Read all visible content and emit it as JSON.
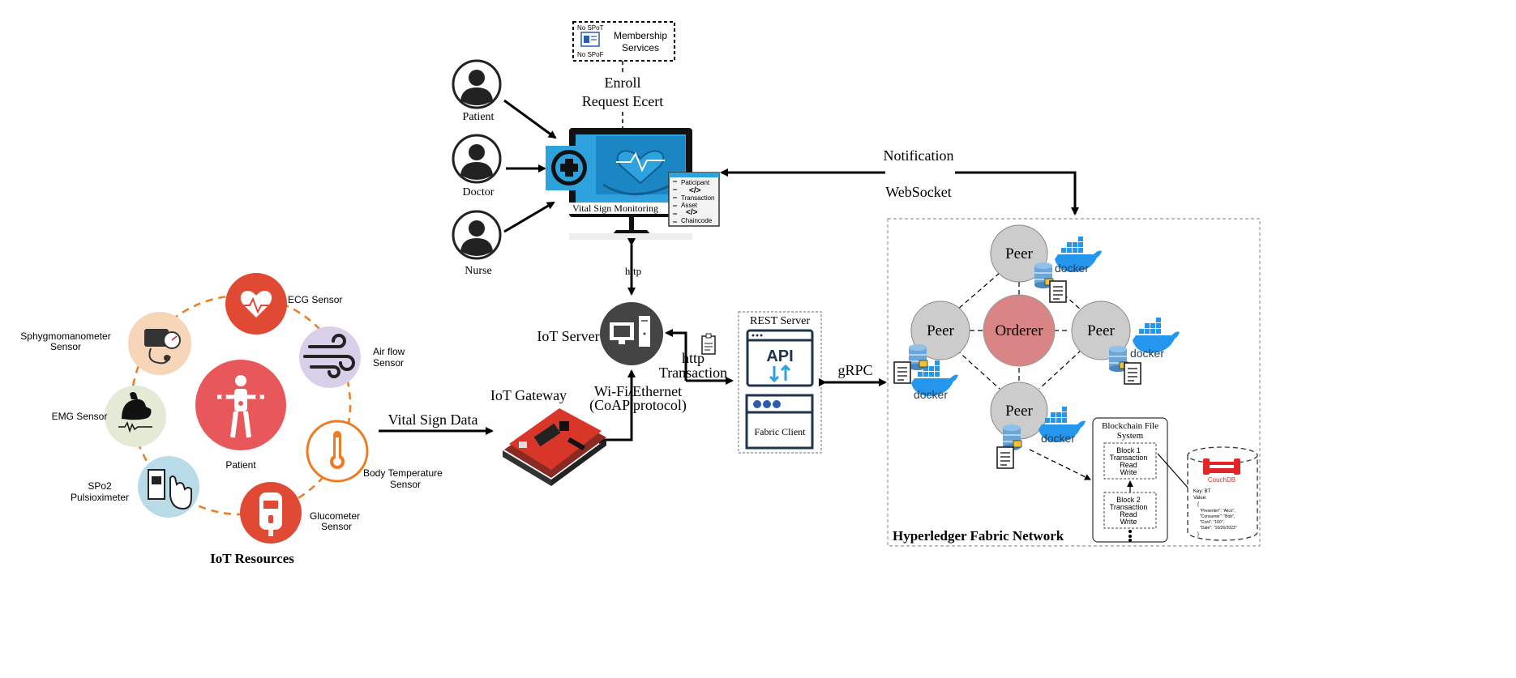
{
  "membership": {
    "label_1": "Membership",
    "label_2": "Services",
    "spot_1": "No SPoT",
    "spot_2": "No SPoF"
  },
  "enroll": {
    "line_1": "Enroll",
    "line_2": "Request Ecert"
  },
  "users": {
    "patient": "Patient",
    "doctor": "Doctor",
    "nurse": "Nurse"
  },
  "monitor": {
    "caption": "Vital Sign Monitoring",
    "doc_lines": [
      "Paticipant",
      "</>",
      "Transaction",
      "Asset",
      "</>",
      "Chaincode"
    ]
  },
  "links": {
    "notification": "Notification",
    "websocket": "WebSocket",
    "http": "http",
    "http_tx_1": "http",
    "http_tx_2": "Transaction",
    "grpc": "gRPC",
    "vital_sign_data": "Vital Sign Data",
    "wifi_1": "Wi-Fi/Ethernet",
    "wifi_2": "(CoAP protocol)"
  },
  "iot_server": {
    "label": "IoT Server"
  },
  "iot_gateway": {
    "label": "IoT Gateway"
  },
  "rest": {
    "title": "REST Server",
    "api": "API",
    "client": "Fabric Client"
  },
  "fabric": {
    "title": "Hyperledger Fabric Network",
    "peer": "Peer",
    "orderer": "Orderer",
    "docker": "docker",
    "bfs_title_1": "Blockchain File",
    "bfs_title_2": "System",
    "block1": [
      "Block 1",
      "Transaction",
      "Read",
      "Write"
    ],
    "block2": [
      "Block 2",
      "Transaction",
      "Read",
      "Write"
    ],
    "couchdb": "CouchDB",
    "couch_lines": [
      "Key: BT",
      "Value:",
      "{",
      "\"Presenter\": \"Alice\",",
      "\"Consumer\": \"Bob\",",
      "\"Cost\": \"100\",",
      "\"Date\": \"10/26/2023\"",
      "}"
    ]
  },
  "iot": {
    "title": "IoT Resources",
    "center": "Patient",
    "ecg": "ECG Sensor",
    "airflow_1": "Air flow",
    "airflow_2": "Sensor",
    "temp_1": "Body Temperature",
    "temp_2": "Sensor",
    "gluco_1": "Glucometer",
    "gluco_2": "Sensor",
    "spo2_1": "SPo2",
    "spo2_2": "Pulsioximeter",
    "emg": "EMG Sensor",
    "sphyg_1": "Sphygmomanometer",
    "sphyg_2": "Sensor"
  },
  "colors": {
    "ecg": "#e04a35",
    "airflow": "#d8d0e8",
    "temp_ring": "#f07a22",
    "gluco": "#e04a35",
    "spo2": "#b9dbe8",
    "emg": "#e3ebd6",
    "sphyg": "#f7d5b8",
    "center": "#e8585a",
    "orderer": "#d98585",
    "peer": "#cccccc",
    "docker": "#2496ed",
    "monitor_blue": "#2ea2dc",
    "dashed_orange": "#f07a22"
  }
}
